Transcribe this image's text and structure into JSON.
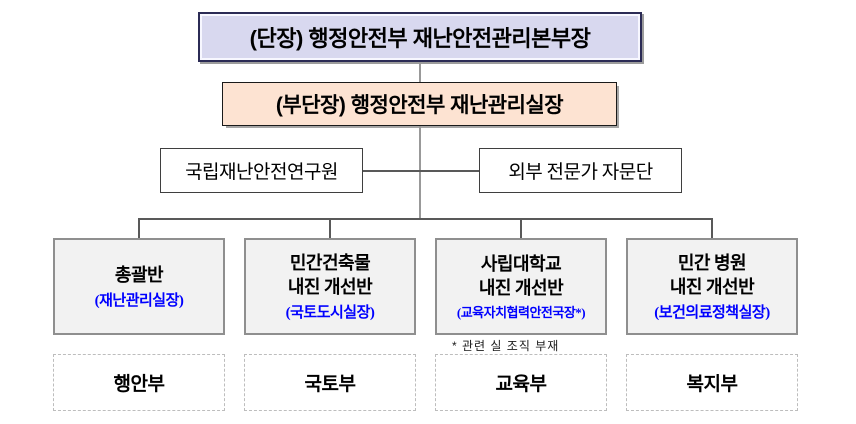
{
  "chart": {
    "director": {
      "label": "(단장) 행정안전부 재난안전관리본부장"
    },
    "deputy": {
      "label": "(부단장) 행정안전부 재난관리실장"
    },
    "advisors": {
      "left": {
        "label": "국립재난안전연구원"
      },
      "right": {
        "label": "외부 전문가 자문단"
      }
    },
    "teams": [
      {
        "main": "총괄반",
        "head": "(재난관리실장)",
        "ministry": "행안부"
      },
      {
        "main": "민간건축물\n내진 개선반",
        "head": "(국토도시실장)",
        "ministry": "국토부"
      },
      {
        "main": "사립대학교\n내진 개선반",
        "head": "(교육자치협력안전국장*)",
        "ministry": "교육부"
      },
      {
        "main": "민간 병원\n내진 개선반",
        "head": "(보건의료정책실장)",
        "ministry": "복지부"
      }
    ],
    "footnote": "* 관련 실 조직 부재",
    "colors": {
      "director_fill": "#d8d8ef",
      "deputy_fill": "#fde3d2",
      "team_fill": "#f2f2f2",
      "head_text": "#0000ff"
    }
  }
}
